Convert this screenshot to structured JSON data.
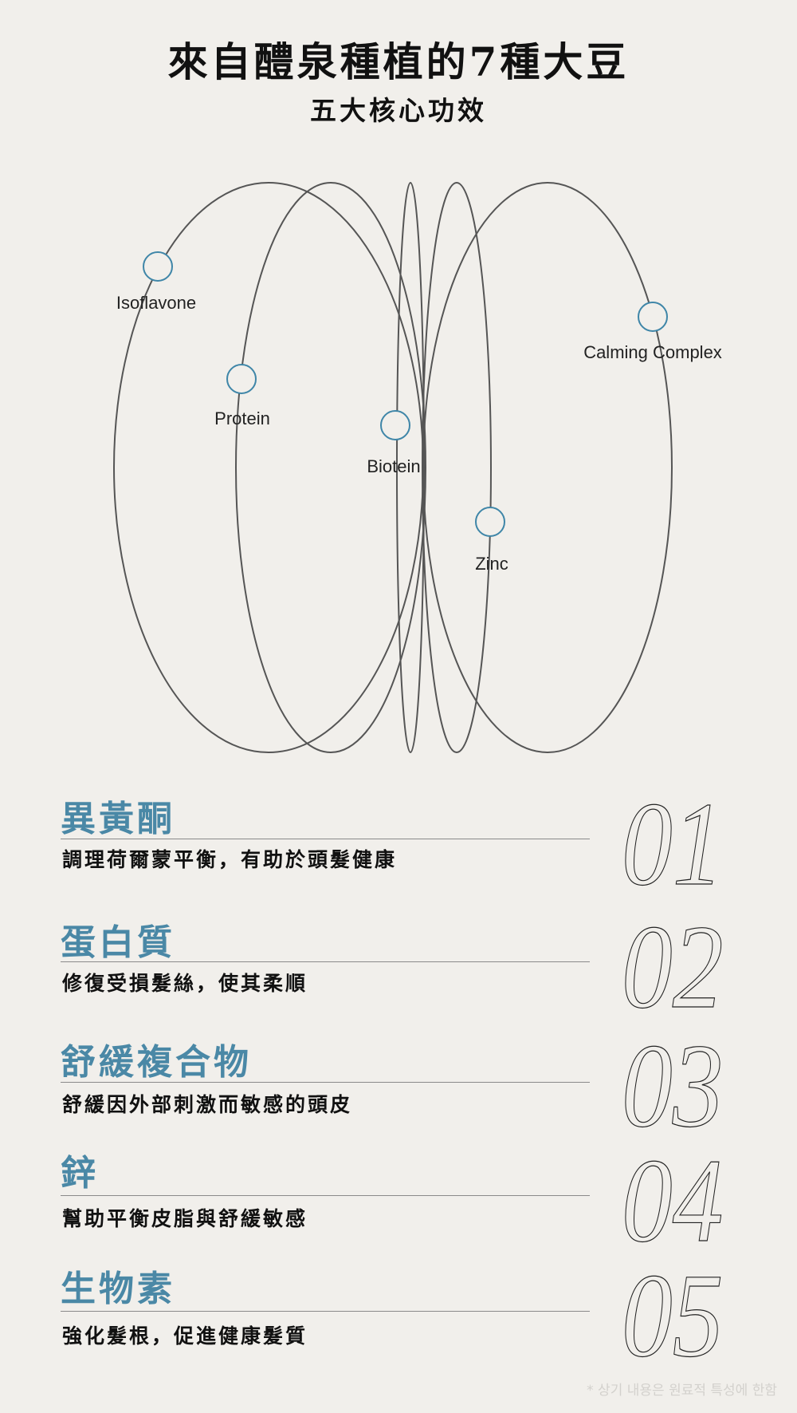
{
  "header": {
    "title": "來自醴泉種植的7種大豆",
    "subtitle": "五大核心功效"
  },
  "diagram": {
    "labels": [
      "Isoflavone",
      "Protein",
      "Biotein",
      "Zinc",
      "Calming Complex"
    ],
    "marker_color": "#3f86a8"
  },
  "items": [
    {
      "title": "異黃酮",
      "desc": "調理荷爾蒙平衡，有助於頭髮健康",
      "num": "01"
    },
    {
      "title": "蛋白質",
      "desc": "修復受損髮絲，使其柔順",
      "num": "02"
    },
    {
      "title": "舒緩複合物",
      "desc": "舒緩因外部刺激而敏感的頭皮",
      "num": "03"
    },
    {
      "title": "鋅",
      "desc": "幫助平衡皮脂與舒緩敏感",
      "num": "04"
    },
    {
      "title": "生物素",
      "desc": "強化髮根，促進健康髮質",
      "num": "05"
    }
  ],
  "footnote": "* 상기 내용은 원료적 특성에 한함"
}
